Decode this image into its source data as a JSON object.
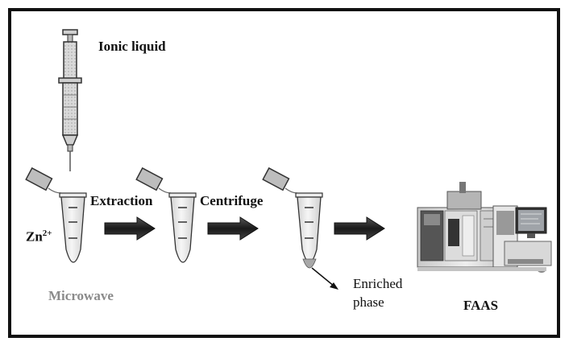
{
  "labels": {
    "ionic_liquid": "Ionic liquid",
    "extraction": "Extraction",
    "centrifuge": "Centrifuge",
    "zn_base": "Zn",
    "zn_charge": "2+",
    "microwave": "Microwave",
    "enriched_line1": "Enriched",
    "enriched_line2": "phase",
    "faas": "FAAS"
  },
  "colors": {
    "border": "#111111",
    "tube_fill": "#e9e9e9",
    "arrow_fill": "#222222",
    "microwave_text": "#8a8a8a",
    "enriched_phase": "#a8a8a8"
  },
  "icons": [
    "syringe-icon",
    "microtube-icon",
    "arrow-right-icon",
    "faas-instrument-icon"
  ]
}
